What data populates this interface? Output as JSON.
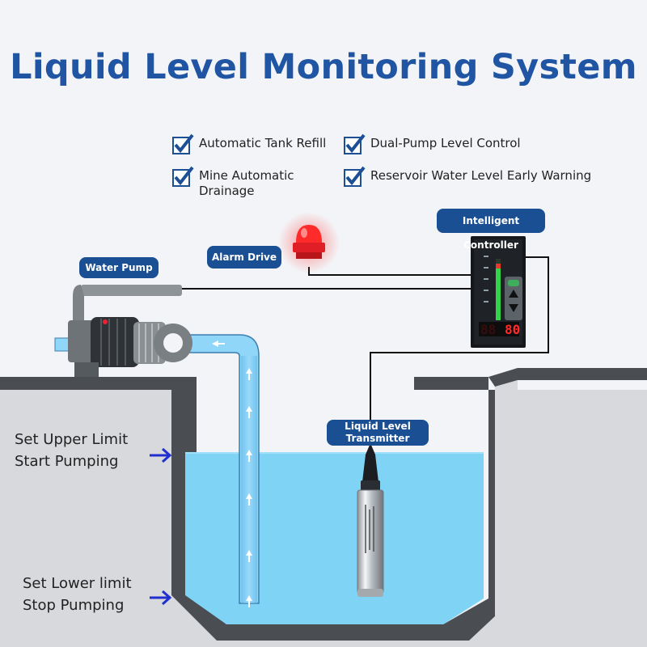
{
  "title": "Liquid Level Monitoring System",
  "features": [
    {
      "label": "Automatic Tank Refill",
      "icon": "checkbox-checked-icon"
    },
    {
      "label": "Dual-Pump Level Control",
      "icon": "checkbox-checked-icon"
    },
    {
      "label": "Mine Automatic Drainage",
      "icon": "checkbox-checked-icon"
    },
    {
      "label": "Reservoir Water Level Early Warning",
      "icon": "checkbox-checked-icon"
    }
  ],
  "components": {
    "water_pump": "Water Pump",
    "alarm_drive": "Alarm Drive",
    "intelligent_controller": "Intelligent Controller",
    "level_transmitter": "Liquid Level Transmitter"
  },
  "limits": {
    "upper_line1": "Set Upper Limit",
    "upper_line2": "Start Pumping",
    "lower_line1": "Set Lower limit",
    "lower_line2": "Stop Pumping"
  },
  "controller_display": "80",
  "colors": {
    "title": "#1f55a3",
    "badge": "#1a4f93",
    "water": "#7fd3f5",
    "alarm": "#e8222a",
    "arrow": "#1f2fd0"
  }
}
